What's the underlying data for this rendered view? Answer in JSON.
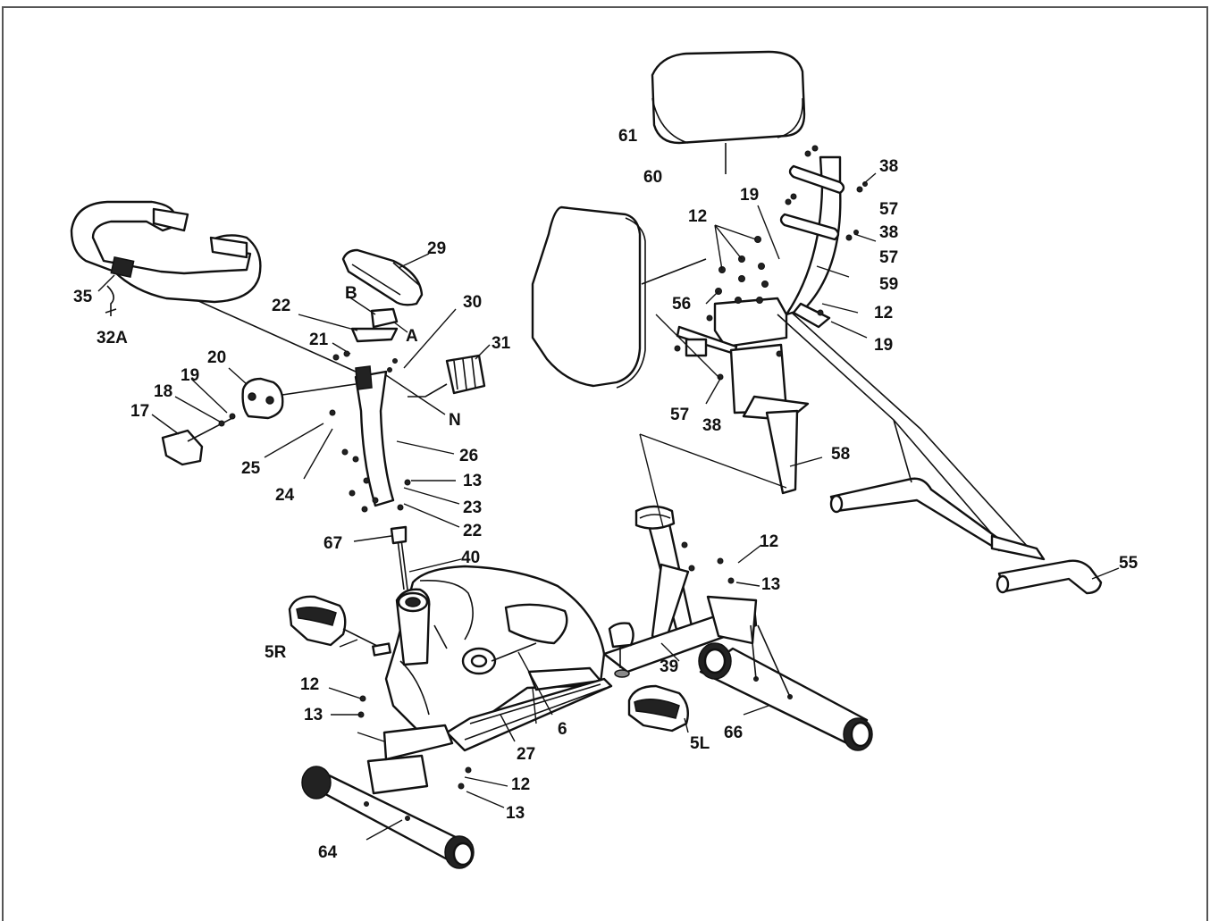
{
  "diagram": {
    "border_color": "#555555",
    "line_color": "#111111",
    "labels": [
      {
        "id": "61",
        "text": "61",
        "near": "seat"
      },
      {
        "id": "60",
        "text": "60",
        "near": "backrest"
      },
      {
        "id": "38a",
        "text": "38",
        "near": "seat-bracket-bolt-top"
      },
      {
        "id": "57a",
        "text": "57",
        "near": "seat-bracket-washer-top"
      },
      {
        "id": "19a",
        "text": "19",
        "near": "seat-post-bolt-top"
      },
      {
        "id": "12a",
        "text": "12",
        "near": "seat-washers"
      },
      {
        "id": "38b",
        "text": "38",
        "near": "seat-bracket-bolt-mid"
      },
      {
        "id": "57b",
        "text": "57",
        "near": "seat-bracket-washer-mid"
      },
      {
        "id": "59",
        "text": "59",
        "near": "seat-back-frame"
      },
      {
        "id": "56",
        "text": "56",
        "near": "seat-nuts"
      },
      {
        "id": "12b",
        "text": "12",
        "near": "seat-frame-washer"
      },
      {
        "id": "19b",
        "text": "19",
        "near": "seat-frame-bolt"
      },
      {
        "id": "57c",
        "text": "57",
        "near": "seat-slider-washer"
      },
      {
        "id": "38c",
        "text": "38",
        "near": "seat-slider-bolt"
      },
      {
        "id": "58",
        "text": "58",
        "near": "seat-post"
      },
      {
        "id": "55",
        "text": "55",
        "near": "side-handlebar"
      },
      {
        "id": "29",
        "text": "29",
        "near": "console"
      },
      {
        "id": "30",
        "text": "30",
        "near": "console-screw"
      },
      {
        "id": "B",
        "text": "B",
        "near": "console-plug-b"
      },
      {
        "id": "A",
        "text": "A",
        "near": "console-plug-a"
      },
      {
        "id": "22a",
        "text": "22",
        "near": "console-bracket"
      },
      {
        "id": "21",
        "text": "21",
        "near": "bracket-screw"
      },
      {
        "id": "31",
        "text": "31",
        "near": "tension-knob"
      },
      {
        "id": "35",
        "text": "35",
        "near": "handlebar-grip"
      },
      {
        "id": "32A",
        "text": "32A",
        "near": "pulse-wire"
      },
      {
        "id": "20",
        "text": "20",
        "near": "handlebar-clamp"
      },
      {
        "id": "19c",
        "text": "19",
        "near": "clamp-washer"
      },
      {
        "id": "18",
        "text": "18",
        "near": "clamp-spacer"
      },
      {
        "id": "17",
        "text": "17",
        "near": "clamp-knob"
      },
      {
        "id": "N",
        "text": "N",
        "near": "handlebar-post-joint"
      },
      {
        "id": "25",
        "text": "25",
        "near": "post-screw"
      },
      {
        "id": "24",
        "text": "24",
        "near": "post-washer"
      },
      {
        "id": "26",
        "text": "26",
        "near": "handlebar-post"
      },
      {
        "id": "13a",
        "text": "13",
        "near": "post-bolt"
      },
      {
        "id": "23",
        "text": "23",
        "near": "post-arc-washer"
      },
      {
        "id": "22b",
        "text": "22",
        "near": "post-bolts-lower"
      },
      {
        "id": "67",
        "text": "67",
        "near": "tension-cable"
      },
      {
        "id": "40",
        "text": "40",
        "near": "frame-cover-screw"
      },
      {
        "id": "12c",
        "text": "12",
        "near": "seat-tube-washer"
      },
      {
        "id": "13b",
        "text": "13",
        "near": "seat-tube-bolt"
      },
      {
        "id": "5R",
        "text": "5R",
        "near": "right-pedal"
      },
      {
        "id": "39",
        "text": "39",
        "near": "adjust-knob"
      },
      {
        "id": "12d",
        "text": "12",
        "near": "front-washer"
      },
      {
        "id": "13c",
        "text": "13",
        "near": "front-bolt"
      },
      {
        "id": "6",
        "text": "6",
        "near": "crank"
      },
      {
        "id": "27",
        "text": "27",
        "near": "chain-cover"
      },
      {
        "id": "5L",
        "text": "5L",
        "near": "left-pedal"
      },
      {
        "id": "66",
        "text": "66",
        "near": "rear-stabilizer"
      },
      {
        "id": "12e",
        "text": "12",
        "near": "front-stab-washer"
      },
      {
        "id": "13d",
        "text": "13",
        "near": "front-stab-bolt"
      },
      {
        "id": "64",
        "text": "64",
        "near": "front-stabilizer"
      }
    ]
  }
}
